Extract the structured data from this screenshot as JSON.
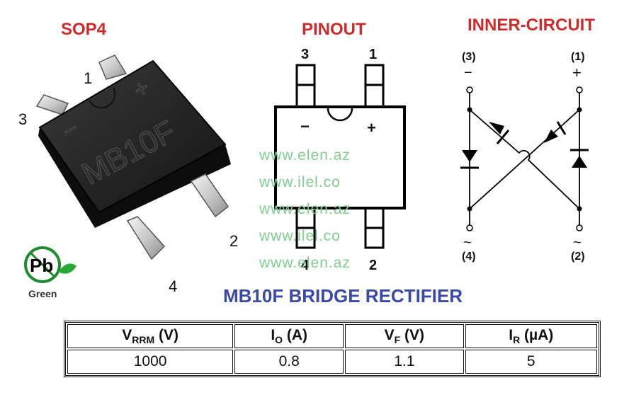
{
  "headings": {
    "package": "SOP4",
    "pinout": "PINOUT",
    "inner": "INNER-CIRCUIT"
  },
  "package_view": {
    "marking": "MB10F",
    "plus": "+",
    "minus": "−",
    "pins": {
      "p1": "1",
      "p2": "2",
      "p3": "3",
      "p4": "4"
    },
    "badge": {
      "symbol": "Pb",
      "label": "Green"
    }
  },
  "pinout": {
    "pin_top_left": "3",
    "pin_top_right": "1",
    "pin_bottom_left": "4",
    "pin_bottom_right": "2",
    "minus": "−",
    "plus": "+"
  },
  "inner_circuit": {
    "p3": "(3)",
    "p3_sign": "−",
    "p1": "(1)",
    "p1_sign": "+",
    "p4": "(4)",
    "p4_sign": "~",
    "p2": "(2)",
    "p2_sign": "~"
  },
  "watermarks": [
    "www.elen.az",
    "www.ilel.co",
    "www.elen.az",
    "www.ilel.co",
    "www.elen.az"
  ],
  "title": "MB10F BRIDGE RECTIFIER",
  "table": {
    "headers": [
      {
        "main": "V",
        "sub": "RRM",
        "unit": " (V)"
      },
      {
        "main": "I",
        "sub": "O",
        "unit": " (A)"
      },
      {
        "main": "V",
        "sub": "F",
        "unit": " (V)"
      },
      {
        "main": "I",
        "sub": "R",
        "unit": " (µA)"
      }
    ],
    "values": [
      "1000",
      "0.8",
      "1.1",
      "5"
    ]
  },
  "colors": {
    "heading": "#d12a2a",
    "title": "#3b4aa6",
    "watermark": "#7fce8f",
    "badge": "#1f8a2e"
  }
}
